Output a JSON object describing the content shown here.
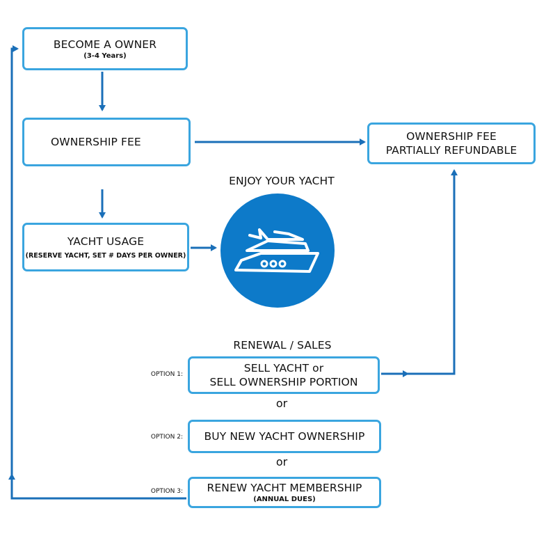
{
  "colors": {
    "box_border": "#3aa5df",
    "arrow": "#1a6fb8",
    "circle": "#0d7ac9"
  },
  "nodes": {
    "become_owner": {
      "title": "BECOME A OWNER",
      "subtitle": "(3-4 Years)"
    },
    "ownership_fee": {
      "title": "OWNERSHIP FEE"
    },
    "fee_refundable": {
      "line1": "OWNERSHIP FEE",
      "line2": "PARTIALLY REFUNDABLE"
    },
    "yacht_usage": {
      "title": "YACHT USAGE",
      "subtitle": "(RESERVE YACHT, SET # DAYS PER OWNER)"
    },
    "enjoy": {
      "title": "ENJOY YOUR YACHT",
      "icon": "yacht-icon"
    },
    "renewal_heading": "RENEWAL / SALES",
    "option1": {
      "label": "OPTION 1:",
      "line1": "SELL YACHT or",
      "line2": "SELL OWNERSHIP PORTION"
    },
    "or_1": "or",
    "option2": {
      "label": "OPTION 2:",
      "title": "BUY NEW YACHT OWNERSHIP"
    },
    "or_2": "or",
    "option3": {
      "label": "OPTION 3:",
      "title": "RENEW YACHT MEMBERSHIP",
      "subtitle": "(ANNUAL DUES)"
    }
  }
}
